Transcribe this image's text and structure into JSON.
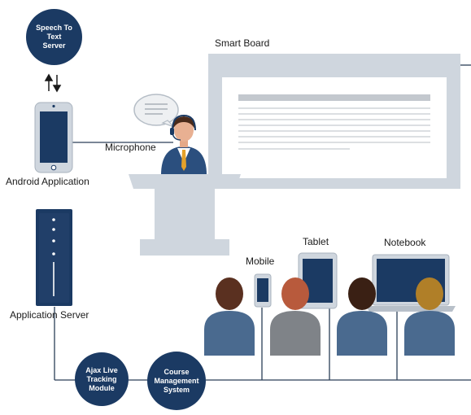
{
  "nodes": {
    "speech_server": "Speech To\nText\nServer",
    "android_app": "Android Application",
    "microphone": "Microphone",
    "smart_board": "Smart Board",
    "app_server": "Application Server",
    "ajax_module": "Ajax Live\nTracking\nModule",
    "course_system": "Course\nManagement\nSystem",
    "mobile": "Mobile",
    "tablet": "Tablet",
    "notebook": "Notebook"
  },
  "colors": {
    "navy": "#1b3a63",
    "steel": "#4a6a8f",
    "light": "#cfd6de",
    "skin_brown": "#6b3a22",
    "gray_suit": "#7f8388"
  }
}
